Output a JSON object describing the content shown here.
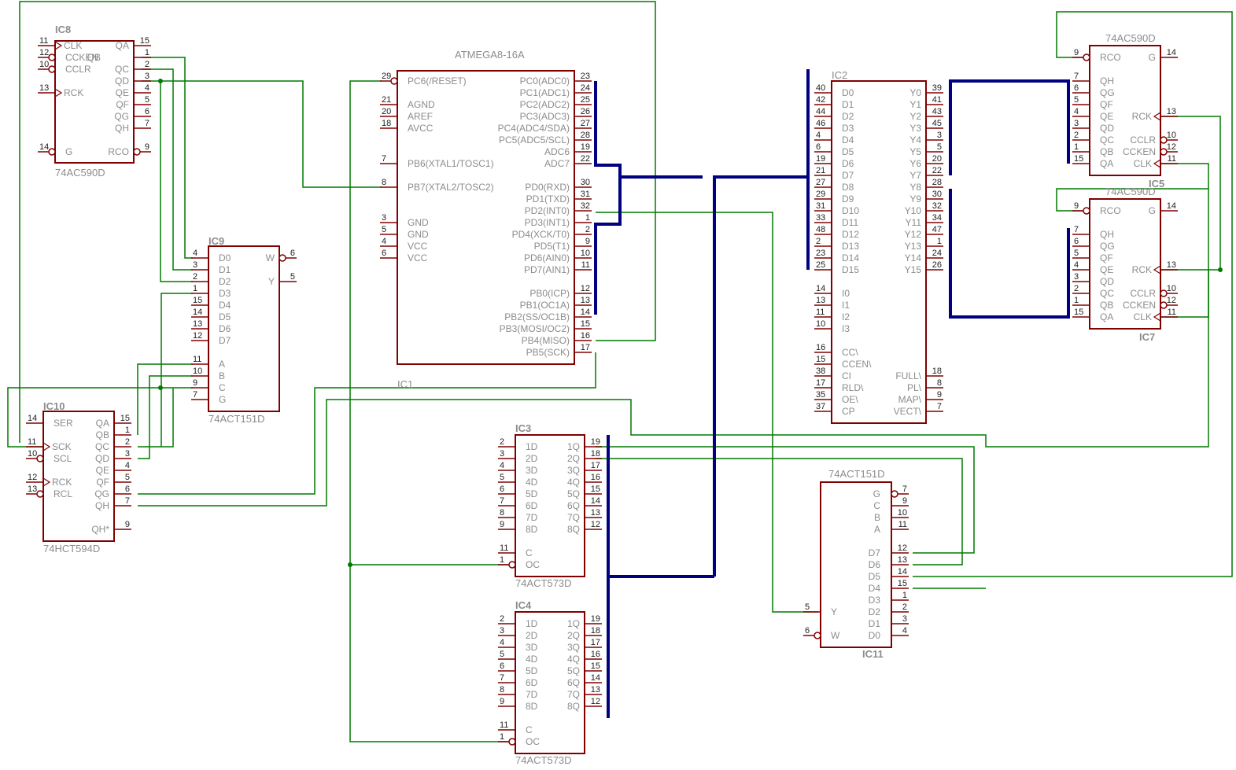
{
  "colors": {
    "body": "#800000",
    "net": "#007a00",
    "bus": "#000080",
    "text": "#8c8c8c",
    "pin_number": "#222222"
  },
  "chips": [
    {
      "id": "ic8",
      "name": "IC8",
      "value": "74AC590D",
      "left": [
        [
          "11",
          "CLK"
        ],
        [
          "12",
          "CCKEN"
        ],
        [
          "10",
          "CCLR"
        ],
        [
          "13",
          "RCK"
        ],
        [
          "14",
          "G"
        ]
      ],
      "right": [
        [
          "15",
          "QA"
        ],
        [
          "1",
          "QB"
        ],
        [
          "2",
          "QC"
        ],
        [
          "3",
          "QD"
        ],
        [
          "4",
          "QE"
        ],
        [
          "5",
          "QF"
        ],
        [
          "6",
          "QG"
        ],
        [
          "7",
          "QH"
        ],
        [
          "9",
          "RCO"
        ]
      ]
    },
    {
      "id": "ic9",
      "name": "IC9",
      "value": "74ACT151D",
      "left": [
        [
          "4",
          "D0"
        ],
        [
          "3",
          "D1"
        ],
        [
          "2",
          "D2"
        ],
        [
          "1",
          "D3"
        ],
        [
          "15",
          "D4"
        ],
        [
          "14",
          "D5"
        ],
        [
          "13",
          "D6"
        ],
        [
          "12",
          "D7"
        ],
        [
          "11",
          "A"
        ],
        [
          "10",
          "B"
        ],
        [
          "9",
          "C"
        ],
        [
          "7",
          "G"
        ]
      ],
      "right": [
        [
          "6",
          "W"
        ],
        [
          "5",
          "Y"
        ]
      ]
    },
    {
      "id": "ic10",
      "name": "IC10",
      "value": "74HCT594D",
      "left": [
        [
          "14",
          "SER"
        ],
        [
          "11",
          "SCK"
        ],
        [
          "10",
          "SCL"
        ],
        [
          "12",
          "RCK"
        ],
        [
          "13",
          "RCL"
        ]
      ],
      "right": [
        [
          "15",
          "QA"
        ],
        [
          "1",
          "QB"
        ],
        [
          "2",
          "QC"
        ],
        [
          "3",
          "QD"
        ],
        [
          "4",
          "QE"
        ],
        [
          "5",
          "QF"
        ],
        [
          "6",
          "QG"
        ],
        [
          "7",
          "QH"
        ],
        [
          "9",
          "QH*"
        ]
      ]
    },
    {
      "id": "ic1",
      "name": "IC1",
      "value": "ATMEGA8-16A",
      "left": [
        [
          "29",
          "PC6(/RESET)"
        ],
        [
          "21",
          "AGND"
        ],
        [
          "20",
          "AREF"
        ],
        [
          "18",
          "AVCC"
        ],
        [
          "7",
          "PB6(XTAL1/TOSC1)"
        ],
        [
          "8",
          "PB7(XTAL2/TOSC2)"
        ],
        [
          "3",
          "GND"
        ],
        [
          "5",
          "GND"
        ],
        [
          "4",
          "VCC"
        ],
        [
          "6",
          "VCC"
        ]
      ],
      "right": [
        [
          "23",
          "PC0(ADC0)"
        ],
        [
          "24",
          "PC1(ADC1)"
        ],
        [
          "25",
          "PC2(ADC2)"
        ],
        [
          "26",
          "PC3(ADC3)"
        ],
        [
          "27",
          "PC4(ADC4/SDA)"
        ],
        [
          "28",
          "PC5(ADC5/SCL)"
        ],
        [
          "19",
          "ADC6"
        ],
        [
          "22",
          "ADC7"
        ],
        [
          "30",
          "PD0(RXD)"
        ],
        [
          "31",
          "PD1(TXD)"
        ],
        [
          "32",
          "PD2(INT0)"
        ],
        [
          "1",
          "PD3(INT1)"
        ],
        [
          "2",
          "PD4(XCK/T0)"
        ],
        [
          "9",
          "PD5(T1)"
        ],
        [
          "10",
          "PD6(AIN0)"
        ],
        [
          "11",
          "PD7(AIN1)"
        ],
        [
          "12",
          "PB0(ICP)"
        ],
        [
          "13",
          "PB1(OC1A)"
        ],
        [
          "14",
          "PB2(SS/OC1B)"
        ],
        [
          "15",
          "PB3(MOSI/OC2)"
        ],
        [
          "16",
          "PB4(MISO)"
        ],
        [
          "17",
          "PB5(SCK)"
        ]
      ]
    },
    {
      "id": "ic2",
      "name": "IC2",
      "value": "",
      "left": [
        [
          "40",
          "D0"
        ],
        [
          "42",
          "D1"
        ],
        [
          "44",
          "D2"
        ],
        [
          "46",
          "D3"
        ],
        [
          "4",
          "D4"
        ],
        [
          "6",
          "D5"
        ],
        [
          "19",
          "D6"
        ],
        [
          "21",
          "D7"
        ],
        [
          "27",
          "D8"
        ],
        [
          "29",
          "D9"
        ],
        [
          "31",
          "D10"
        ],
        [
          "33",
          "D11"
        ],
        [
          "48",
          "D12"
        ],
        [
          "2",
          "D13"
        ],
        [
          "23",
          "D14"
        ],
        [
          "25",
          "D15"
        ],
        [
          "14",
          "I0"
        ],
        [
          "13",
          "I1"
        ],
        [
          "11",
          "I2"
        ],
        [
          "10",
          "I3"
        ],
        [
          "16",
          "CC\\"
        ],
        [
          "15",
          "CCEN\\"
        ],
        [
          "38",
          "CI"
        ],
        [
          "17",
          "RLD\\"
        ],
        [
          "35",
          "OE\\"
        ],
        [
          "37",
          "CP"
        ]
      ],
      "right": [
        [
          "39",
          "Y0"
        ],
        [
          "41",
          "Y1"
        ],
        [
          "43",
          "Y2"
        ],
        [
          "45",
          "Y3"
        ],
        [
          "3",
          "Y4"
        ],
        [
          "5",
          "Y5"
        ],
        [
          "20",
          "Y6"
        ],
        [
          "22",
          "Y7"
        ],
        [
          "28",
          "Y8"
        ],
        [
          "30",
          "Y9"
        ],
        [
          "32",
          "Y10"
        ],
        [
          "34",
          "Y11"
        ],
        [
          "47",
          "Y12"
        ],
        [
          "1",
          "Y13"
        ],
        [
          "24",
          "Y14"
        ],
        [
          "26",
          "Y15"
        ],
        [
          "18",
          "FULL\\"
        ],
        [
          "8",
          "PL\\"
        ],
        [
          "9",
          "MAP\\"
        ],
        [
          "7",
          "VECT\\"
        ]
      ]
    },
    {
      "id": "ic5",
      "name": "IC5",
      "value": "74AC590D",
      "left": [
        [
          "9",
          "RCO"
        ],
        [
          "7",
          "QH"
        ],
        [
          "6",
          "QG"
        ],
        [
          "5",
          "QF"
        ],
        [
          "4",
          "QE"
        ],
        [
          "3",
          "QD"
        ],
        [
          "2",
          "QC"
        ],
        [
          "1",
          "QB"
        ],
        [
          "15",
          "QA"
        ]
      ],
      "right": [
        [
          "14",
          "G"
        ],
        [
          "13",
          "RCK"
        ],
        [
          "10",
          "CCLR"
        ],
        [
          "12",
          "CCKEN"
        ],
        [
          "11",
          "CLK"
        ]
      ]
    },
    {
      "id": "ic7",
      "name": "IC7",
      "value": "74AC590D",
      "left": [
        [
          "9",
          "RCO"
        ],
        [
          "7",
          "QH"
        ],
        [
          "6",
          "QG"
        ],
        [
          "5",
          "QF"
        ],
        [
          "4",
          "QE"
        ],
        [
          "3",
          "QD"
        ],
        [
          "2",
          "QC"
        ],
        [
          "1",
          "QB"
        ],
        [
          "15",
          "QA"
        ]
      ],
      "right": [
        [
          "14",
          "G"
        ],
        [
          "13",
          "RCK"
        ],
        [
          "10",
          "CCLR"
        ],
        [
          "12",
          "CCKEN"
        ],
        [
          "11",
          "CLK"
        ]
      ]
    },
    {
      "id": "ic3",
      "name": "IC3",
      "value": "74ACT573D",
      "left": [
        [
          "2",
          "1D"
        ],
        [
          "3",
          "2D"
        ],
        [
          "4",
          "3D"
        ],
        [
          "5",
          "4D"
        ],
        [
          "6",
          "5D"
        ],
        [
          "7",
          "6D"
        ],
        [
          "8",
          "7D"
        ],
        [
          "9",
          "8D"
        ],
        [
          "11",
          "C"
        ],
        [
          "1",
          "OC"
        ]
      ],
      "right": [
        [
          "19",
          "1Q"
        ],
        [
          "18",
          "2Q"
        ],
        [
          "17",
          "3Q"
        ],
        [
          "16",
          "4Q"
        ],
        [
          "15",
          "5Q"
        ],
        [
          "14",
          "6Q"
        ],
        [
          "13",
          "7Q"
        ],
        [
          "12",
          "8Q"
        ]
      ]
    },
    {
      "id": "ic4",
      "name": "IC4",
      "value": "74ACT573D",
      "left": [
        [
          "2",
          "1D"
        ],
        [
          "3",
          "2D"
        ],
        [
          "4",
          "3D"
        ],
        [
          "5",
          "4D"
        ],
        [
          "6",
          "5D"
        ],
        [
          "7",
          "6D"
        ],
        [
          "8",
          "7D"
        ],
        [
          "9",
          "8D"
        ],
        [
          "11",
          "C"
        ],
        [
          "1",
          "OC"
        ]
      ],
      "right": [
        [
          "19",
          "1Q"
        ],
        [
          "18",
          "2Q"
        ],
        [
          "17",
          "3Q"
        ],
        [
          "16",
          "4Q"
        ],
        [
          "15",
          "5Q"
        ],
        [
          "14",
          "6Q"
        ],
        [
          "13",
          "7Q"
        ],
        [
          "12",
          "8Q"
        ]
      ]
    },
    {
      "id": "ic11",
      "name": "IC11",
      "value": "74ACT151D",
      "left": [
        [
          "5",
          "Y"
        ],
        [
          "6",
          "W"
        ]
      ],
      "right": [
        [
          "7",
          "G"
        ],
        [
          "9",
          "C"
        ],
        [
          "10",
          "B"
        ],
        [
          "11",
          "A"
        ],
        [
          "12",
          "D7"
        ],
        [
          "13",
          "D6"
        ],
        [
          "14",
          "D5"
        ],
        [
          "15",
          "D4"
        ],
        [
          "1",
          "D3"
        ],
        [
          "2",
          "D2"
        ],
        [
          "3",
          "D1"
        ],
        [
          "4",
          "D0"
        ]
      ]
    }
  ]
}
